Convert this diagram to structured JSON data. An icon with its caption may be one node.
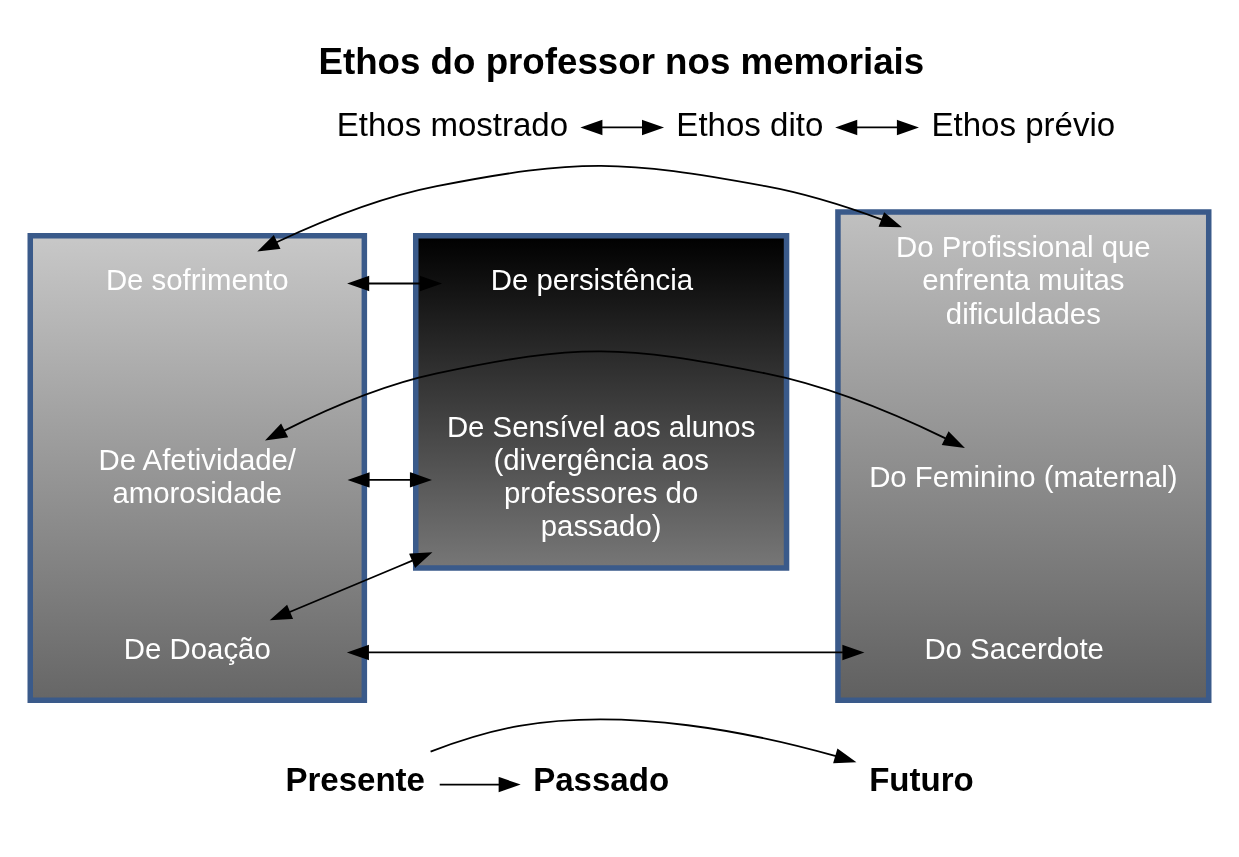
{
  "diagram": {
    "title": "Ethos do professor nos memoriais",
    "nodes": [
      {
        "text": [
          "Ethos mostrado"
        ]
      },
      {
        "text": [
          "Ethos dito"
        ]
      },
      {
        "text": [
          "Ethos prévio"
        ]
      },
      {
        "text": [],
        "shape": "box"
      },
      {
        "text": [
          "De persistência"
        ],
        "in": 3
      },
      {
        "text": [
          "De Sensível aos alunos (divergência aos professores do passado)"
        ],
        "in": 3
      },
      {
        "text": [],
        "shape": "box"
      },
      {
        "text": [
          "De sofrimento"
        ],
        "in": 6
      },
      {
        "text": [
          "De Afetividade/ amorosidade"
        ],
        "in": 6
      },
      {
        "text": [
          "De Doação"
        ],
        "in": 6
      },
      {
        "text": [],
        "shape": "box"
      },
      {
        "text": [
          "Do Profissional que enfrenta muitas dificuldades"
        ],
        "in": 10
      },
      {
        "text": [
          "Do Feminino (maternal)"
        ],
        "in": 10
      },
      {
        "text": [
          "Do Sacerdote"
        ],
        "in": 10
      },
      {
        "text": [
          "Passado"
        ]
      },
      {
        "text": [
          "Presente"
        ]
      },
      {
        "text": [
          "Futuro"
        ]
      }
    ],
    "edges": [
      {
        "from": 0,
        "to": 1,
        "arrow": "both"
      },
      {
        "from": 1,
        "to": 2,
        "arrow": "both"
      },
      {
        "from": 4,
        "to": 7,
        "arrow": "both"
      },
      {
        "from": 5,
        "to": 8,
        "arrow": "both"
      },
      {
        "from": 5,
        "to": 9,
        "arrow": "both"
      },
      {
        "from": 7,
        "to": 11,
        "arrow": "both"
      },
      {
        "from": 8,
        "to": 12,
        "arrow": "both"
      },
      {
        "from": 9,
        "to": 13,
        "arrow": "both"
      },
      {
        "from": 15,
        "to": 14,
        "arrow": "to"
      },
      {
        "from": 15,
        "to": 16,
        "arrow": "to"
      }
    ]
  }
}
